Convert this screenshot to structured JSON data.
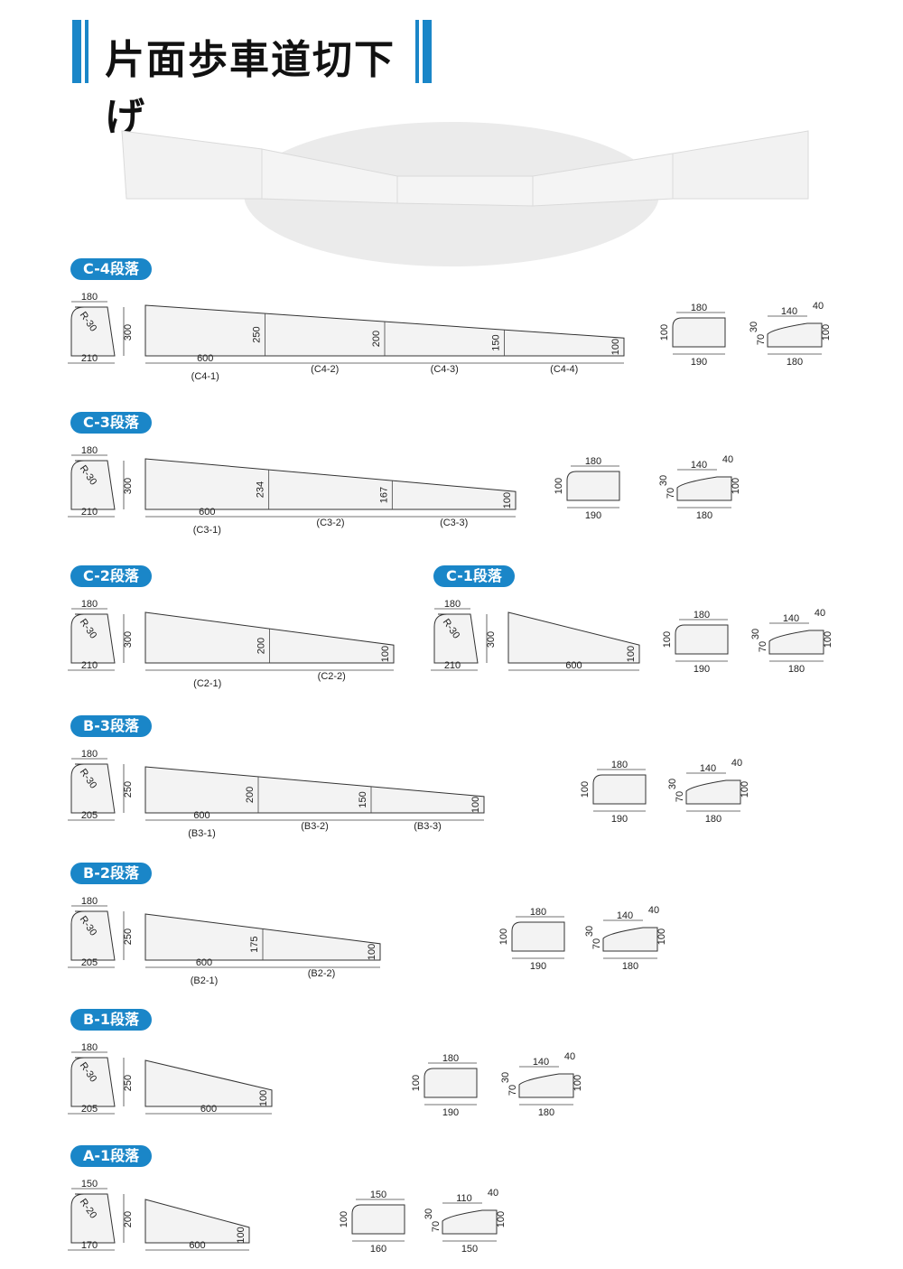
{
  "title": "片面歩車道切下げ",
  "sections": [
    {
      "label": "C-4段落",
      "side": {
        "top": "180",
        "radius": "R-30",
        "height": "300",
        "bottom": "210"
      },
      "slope": {
        "heights": [
          "250",
          "200",
          "150"
        ],
        "end": "100",
        "length": "600",
        "parts": [
          "(C4-1)",
          "(C4-2)",
          "(C4-3)",
          "(C4-4)"
        ]
      },
      "sec1": {
        "top": "180",
        "h": "100",
        "bottom": "190"
      },
      "sec2": {
        "top": "140",
        "gap": "40",
        "a": "30",
        "b": "70",
        "h": "100",
        "bottom": "180"
      }
    },
    {
      "label": "C-3段落",
      "side": {
        "top": "180",
        "radius": "R-30",
        "height": "300",
        "bottom": "210"
      },
      "slope": {
        "heights": [
          "234",
          "167"
        ],
        "end": "100",
        "length": "600",
        "parts": [
          "(C3-1)",
          "(C3-2)",
          "(C3-3)"
        ]
      },
      "sec1": {
        "top": "180",
        "h": "100",
        "bottom": "190"
      },
      "sec2": {
        "top": "140",
        "gap": "40",
        "a": "30",
        "b": "70",
        "h": "100",
        "bottom": "180"
      }
    },
    {
      "label": "C-2段落",
      "side": {
        "top": "180",
        "radius": "R-30",
        "height": "300",
        "bottom": "210"
      },
      "slope": {
        "heights": [
          "200"
        ],
        "end": "100",
        "length": "",
        "parts": [
          "(C2-1)",
          "(C2-2)"
        ]
      }
    },
    {
      "label": "C-1段落",
      "side": {
        "top": "180",
        "radius": "R-30",
        "height": "300",
        "bottom": "210"
      },
      "slope": {
        "heights": [],
        "end": "100",
        "length": "600",
        "parts": []
      },
      "sec1": {
        "top": "180",
        "h": "100",
        "bottom": "190"
      },
      "sec2": {
        "top": "140",
        "gap": "40",
        "a": "30",
        "b": "70",
        "h": "100",
        "bottom": "180"
      }
    },
    {
      "label": "B-3段落",
      "side": {
        "top": "180",
        "radius": "R-30",
        "height": "250",
        "bottom": "205"
      },
      "slope": {
        "heights": [
          "200",
          "150"
        ],
        "end": "100",
        "length": "600",
        "parts": [
          "(B3-1)",
          "(B3-2)",
          "(B3-3)"
        ]
      },
      "sec1": {
        "top": "180",
        "h": "100",
        "bottom": "190"
      },
      "sec2": {
        "top": "140",
        "gap": "40",
        "a": "30",
        "b": "70",
        "h": "100",
        "bottom": "180"
      }
    },
    {
      "label": "B-2段落",
      "side": {
        "top": "180",
        "radius": "R-30",
        "height": "250",
        "bottom": "205"
      },
      "slope": {
        "heights": [
          "175"
        ],
        "end": "100",
        "length": "600",
        "parts": [
          "(B2-1)",
          "(B2-2)"
        ]
      },
      "sec1": {
        "top": "180",
        "h": "100",
        "bottom": "190"
      },
      "sec2": {
        "top": "140",
        "gap": "40",
        "a": "30",
        "b": "70",
        "h": "100",
        "bottom": "180"
      }
    },
    {
      "label": "B-1段落",
      "side": {
        "top": "180",
        "radius": "R-30",
        "height": "250",
        "bottom": "205"
      },
      "slope": {
        "heights": [],
        "end": "100",
        "length": "600",
        "parts": []
      },
      "sec1": {
        "top": "180",
        "h": "100",
        "bottom": "190"
      },
      "sec2": {
        "top": "140",
        "gap": "40",
        "a": "30",
        "b": "70",
        "h": "100",
        "bottom": "180"
      }
    },
    {
      "label": "A-1段落",
      "side": {
        "top": "150",
        "radius": "R-20",
        "height": "200",
        "bottom": "170"
      },
      "slope": {
        "heights": [],
        "end": "100",
        "length": "600",
        "parts": []
      },
      "sec1": {
        "top": "150",
        "h": "100",
        "bottom": "160"
      },
      "sec2": {
        "top": "110",
        "gap": "40",
        "a": "30",
        "b": "70",
        "h": "100",
        "bottom": "150"
      }
    }
  ]
}
